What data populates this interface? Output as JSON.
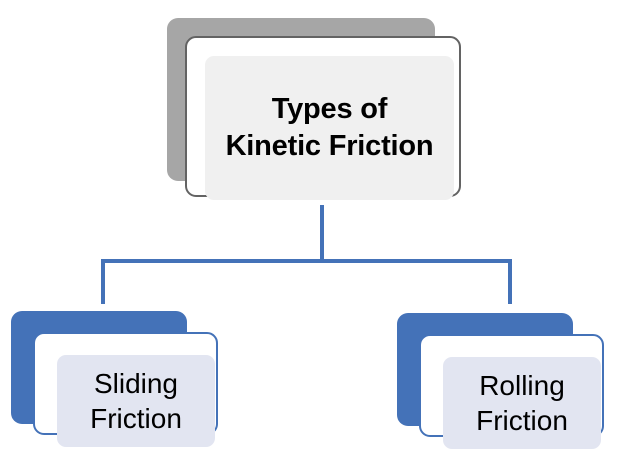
{
  "diagram": {
    "type": "hierarchy",
    "title": "Types of Kinetic Friction",
    "background_color": "#FFFFFF",
    "root": {
      "label": "Types of\nKinetic Friction",
      "shadow_color": "#A6A6A6",
      "border_color": "#636363",
      "fill_color": "#F0F0F0",
      "card_color": "#FFFFFF",
      "text_color": "#000000"
    },
    "connector": {
      "color": "#4472B8",
      "style": "elbow"
    },
    "children": [
      {
        "label": "Sliding\nFriction",
        "shadow_color": "#4472B8",
        "border_color": "#4472B8",
        "fill_color": "#E2E5F1",
        "card_color": "#FFFFFF",
        "text_color": "#000000"
      },
      {
        "label": "Rolling\nFriction",
        "shadow_color": "#4472B8",
        "border_color": "#4472B8",
        "fill_color": "#E2E5F1",
        "card_color": "#FFFFFF",
        "text_color": "#000000"
      }
    ]
  }
}
